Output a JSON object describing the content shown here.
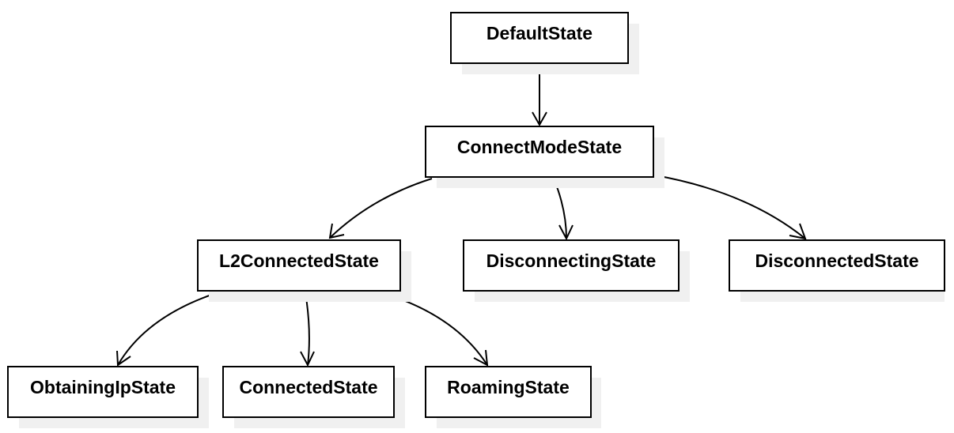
{
  "diagram": {
    "type": "state-hierarchy",
    "nodes": {
      "default": {
        "label": "DefaultState"
      },
      "connect_mode": {
        "label": "ConnectModeState"
      },
      "l2_connected": {
        "label": "L2ConnectedState"
      },
      "disconnecting": {
        "label": "DisconnectingState"
      },
      "disconnected": {
        "label": "DisconnectedState"
      },
      "obtaining_ip": {
        "label": "ObtainingIpState"
      },
      "connected": {
        "label": "ConnectedState"
      },
      "roaming": {
        "label": "RoamingState"
      }
    },
    "edges": [
      {
        "from": "default",
        "to": "connect_mode"
      },
      {
        "from": "connect_mode",
        "to": "l2_connected"
      },
      {
        "from": "connect_mode",
        "to": "disconnecting"
      },
      {
        "from": "connect_mode",
        "to": "disconnected"
      },
      {
        "from": "l2_connected",
        "to": "obtaining_ip"
      },
      {
        "from": "l2_connected",
        "to": "connected"
      },
      {
        "from": "l2_connected",
        "to": "roaming"
      }
    ],
    "colors": {
      "stroke": "#000000",
      "node_fill": "#ffffff",
      "shadow": "#f0f0f0"
    }
  }
}
